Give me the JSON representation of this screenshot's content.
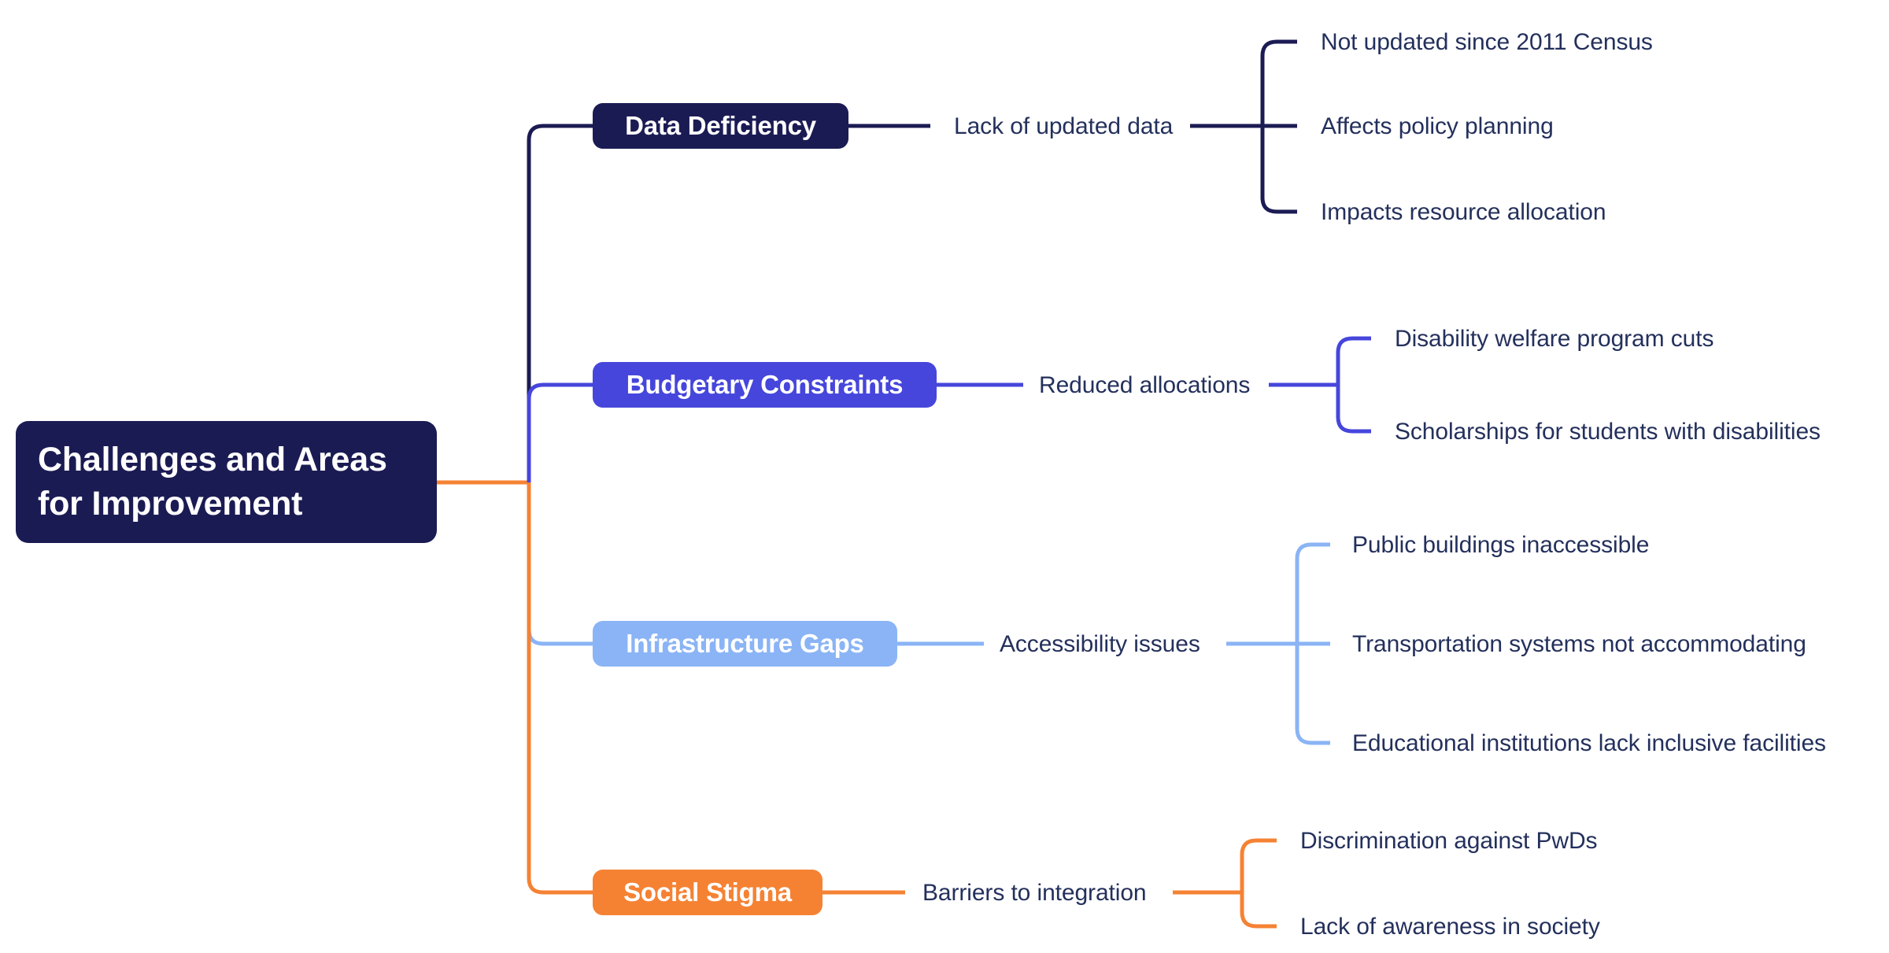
{
  "diagram": {
    "type": "mind-map",
    "title": "Challenges and Areas for Improvement",
    "background": "#ffffff",
    "leaf_text_color": "#24305c",
    "root": {
      "label": "Challenges and Areas\nfor Improvement",
      "color": "#1b1b54",
      "text_color": "#ffffff"
    },
    "branches": [
      {
        "label": "Data Deficiency",
        "color": "#1b1b54",
        "text_color": "#ffffff",
        "sub_label": "Lack of updated data",
        "leaves": [
          "Not updated since 2011 Census",
          "Affects policy planning",
          "Impacts resource allocation"
        ]
      },
      {
        "label": "Budgetary Constraints",
        "color": "#4646dc",
        "text_color": "#ffffff",
        "sub_label": "Reduced allocations",
        "leaves": [
          "Disability welfare program cuts",
          "Scholarships for students with disabilities"
        ]
      },
      {
        "label": "Infrastructure Gaps",
        "color": "#8ab4f5",
        "text_color": "#ffffff",
        "sub_label": "Accessibility issues",
        "leaves": [
          "Public buildings inaccessible",
          "Transportation systems not accommodating",
          "Educational institutions lack inclusive facilities"
        ]
      },
      {
        "label": "Social Stigma",
        "color": "#f58233",
        "text_color": "#ffffff",
        "sub_label": "Barriers to integration",
        "leaves": [
          "Discrimination against PwDs",
          "Lack of awareness in society"
        ]
      }
    ]
  }
}
